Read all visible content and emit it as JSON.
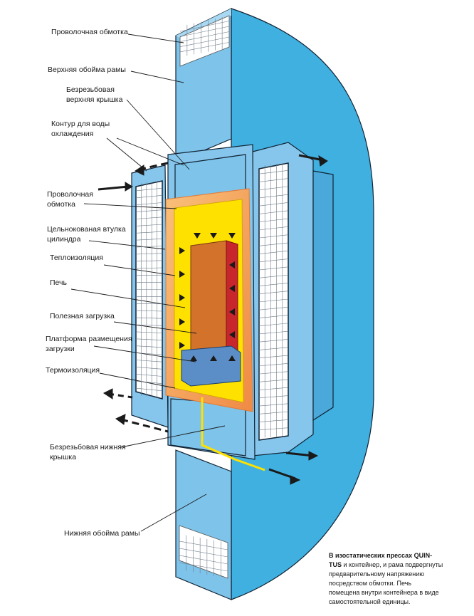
{
  "labels": {
    "wire_winding_top": "Проволочная обмотка",
    "upper_frame_yoke": "Верхняя обойма рамы",
    "upper_cover_l1": "Безрезьбовая",
    "upper_cover_l2": "верхняя крышка",
    "cooling_l1": "Контур для воды",
    "cooling_l2": "охлаждения",
    "wire_winding_l1": "Проволочная",
    "wire_winding_l2": "обмотка",
    "sleeve_l1": "Цельнокованая втулка",
    "sleeve_l2": "цилиндра",
    "heat_insulation": "Теплоизоляция",
    "furnace": "Печь",
    "payload": "Полезная загрузка",
    "platform_l1": "Платформа размещения",
    "platform_l2": "загрузки",
    "thermal_insulation": "Термоизоляция",
    "lower_cover_l1": "Безрезьбовая нижняя",
    "lower_cover_l2": "крышка",
    "lower_frame_yoke": "Нижняя обойма рамы"
  },
  "caption": {
    "line1_bold": "В изостатических прессах QUIN-",
    "line2_bold": "TUS",
    "line2_rest": " и контейнер, и рама подвергнуты",
    "line3": "предварительному напряжению",
    "line4": "посредством обмотки. Печь",
    "line5": "помещена внутри контейнера в виде",
    "line6": "самостоятельной единицы."
  },
  "colors": {
    "frame_blue": "#3fb0e0",
    "container_blue": "#86c6ec",
    "furnace_yellow": "#ffe100",
    "payload_brown": "#d2722b",
    "heater_red": "#c8262d",
    "platform_blue": "#5b8dc6",
    "glow_orange": "#f6a35a"
  }
}
